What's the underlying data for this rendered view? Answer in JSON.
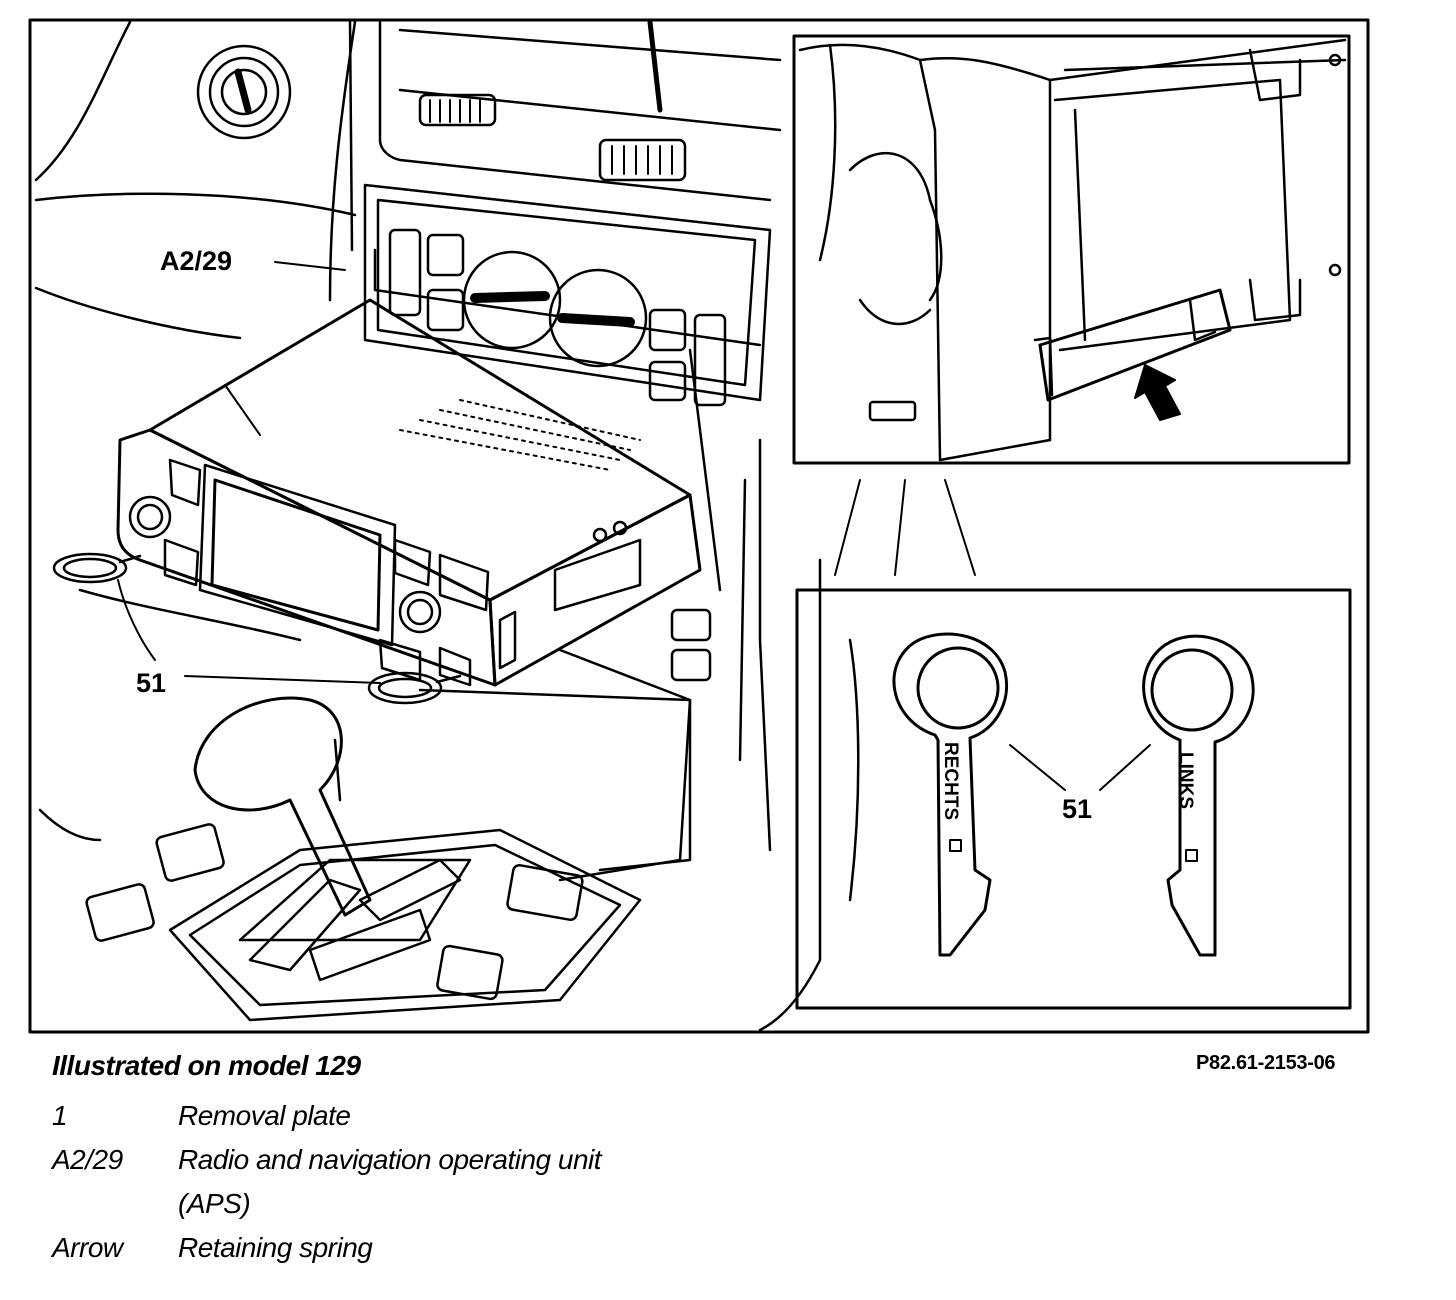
{
  "figure": {
    "callouts": {
      "unit": "A2/29",
      "tool_main": "51",
      "tool_inset": "51"
    },
    "tool_labels": {
      "right": "RECHTS",
      "left": "LINKS"
    }
  },
  "caption": {
    "title": "Illustrated on model 129",
    "reference": "P82.61-2153-06",
    "legend": [
      {
        "code": "1",
        "desc": "Removal plate"
      },
      {
        "code": "A2/29",
        "desc": "Radio and navigation operating unit (APS)"
      },
      {
        "code": "Arrow",
        "desc": "Retaining spring"
      }
    ]
  }
}
